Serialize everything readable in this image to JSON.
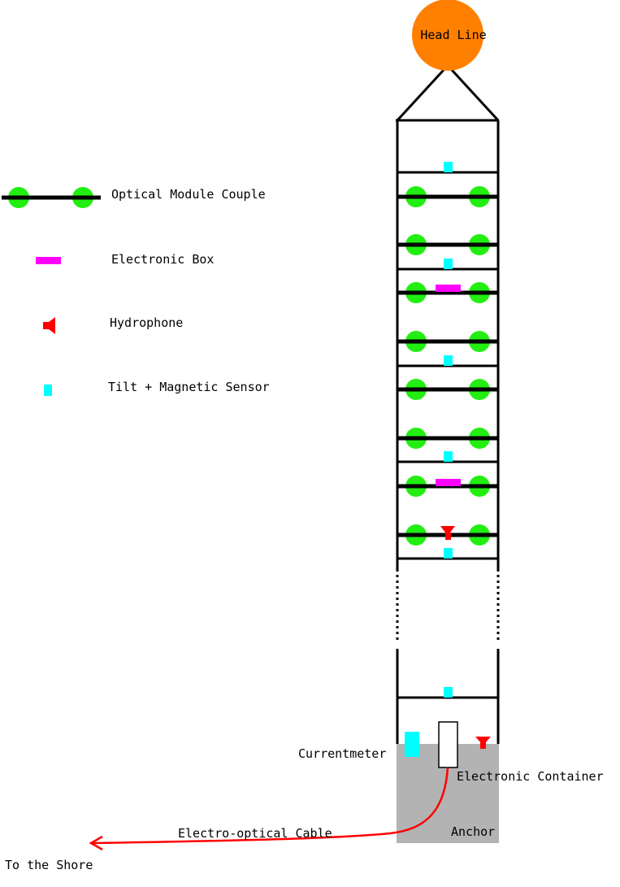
{
  "legend": {
    "optical_module_couple": "Optical Module Couple",
    "electronic_box": "Electronic Box",
    "hydrophone": "Hydrophone",
    "tilt_magnetic_sensor": "Tilt + Magnetic Sensor"
  },
  "labels": {
    "head_line": "Head Line",
    "currentmeter": "Currentmeter",
    "electronic_container": "Electronic Container",
    "anchor": "Anchor",
    "cable": "Electro-optical Cable",
    "shore": "To the Shore"
  },
  "colors": {
    "optical_module": "#22ee11",
    "electronic_box": "#ff00ff",
    "hydrophone": "#ff0000",
    "sensor": "#00ffff",
    "buoy": "#ff8000",
    "anchor": "#b3b3b3",
    "cable": "#ff0000"
  }
}
